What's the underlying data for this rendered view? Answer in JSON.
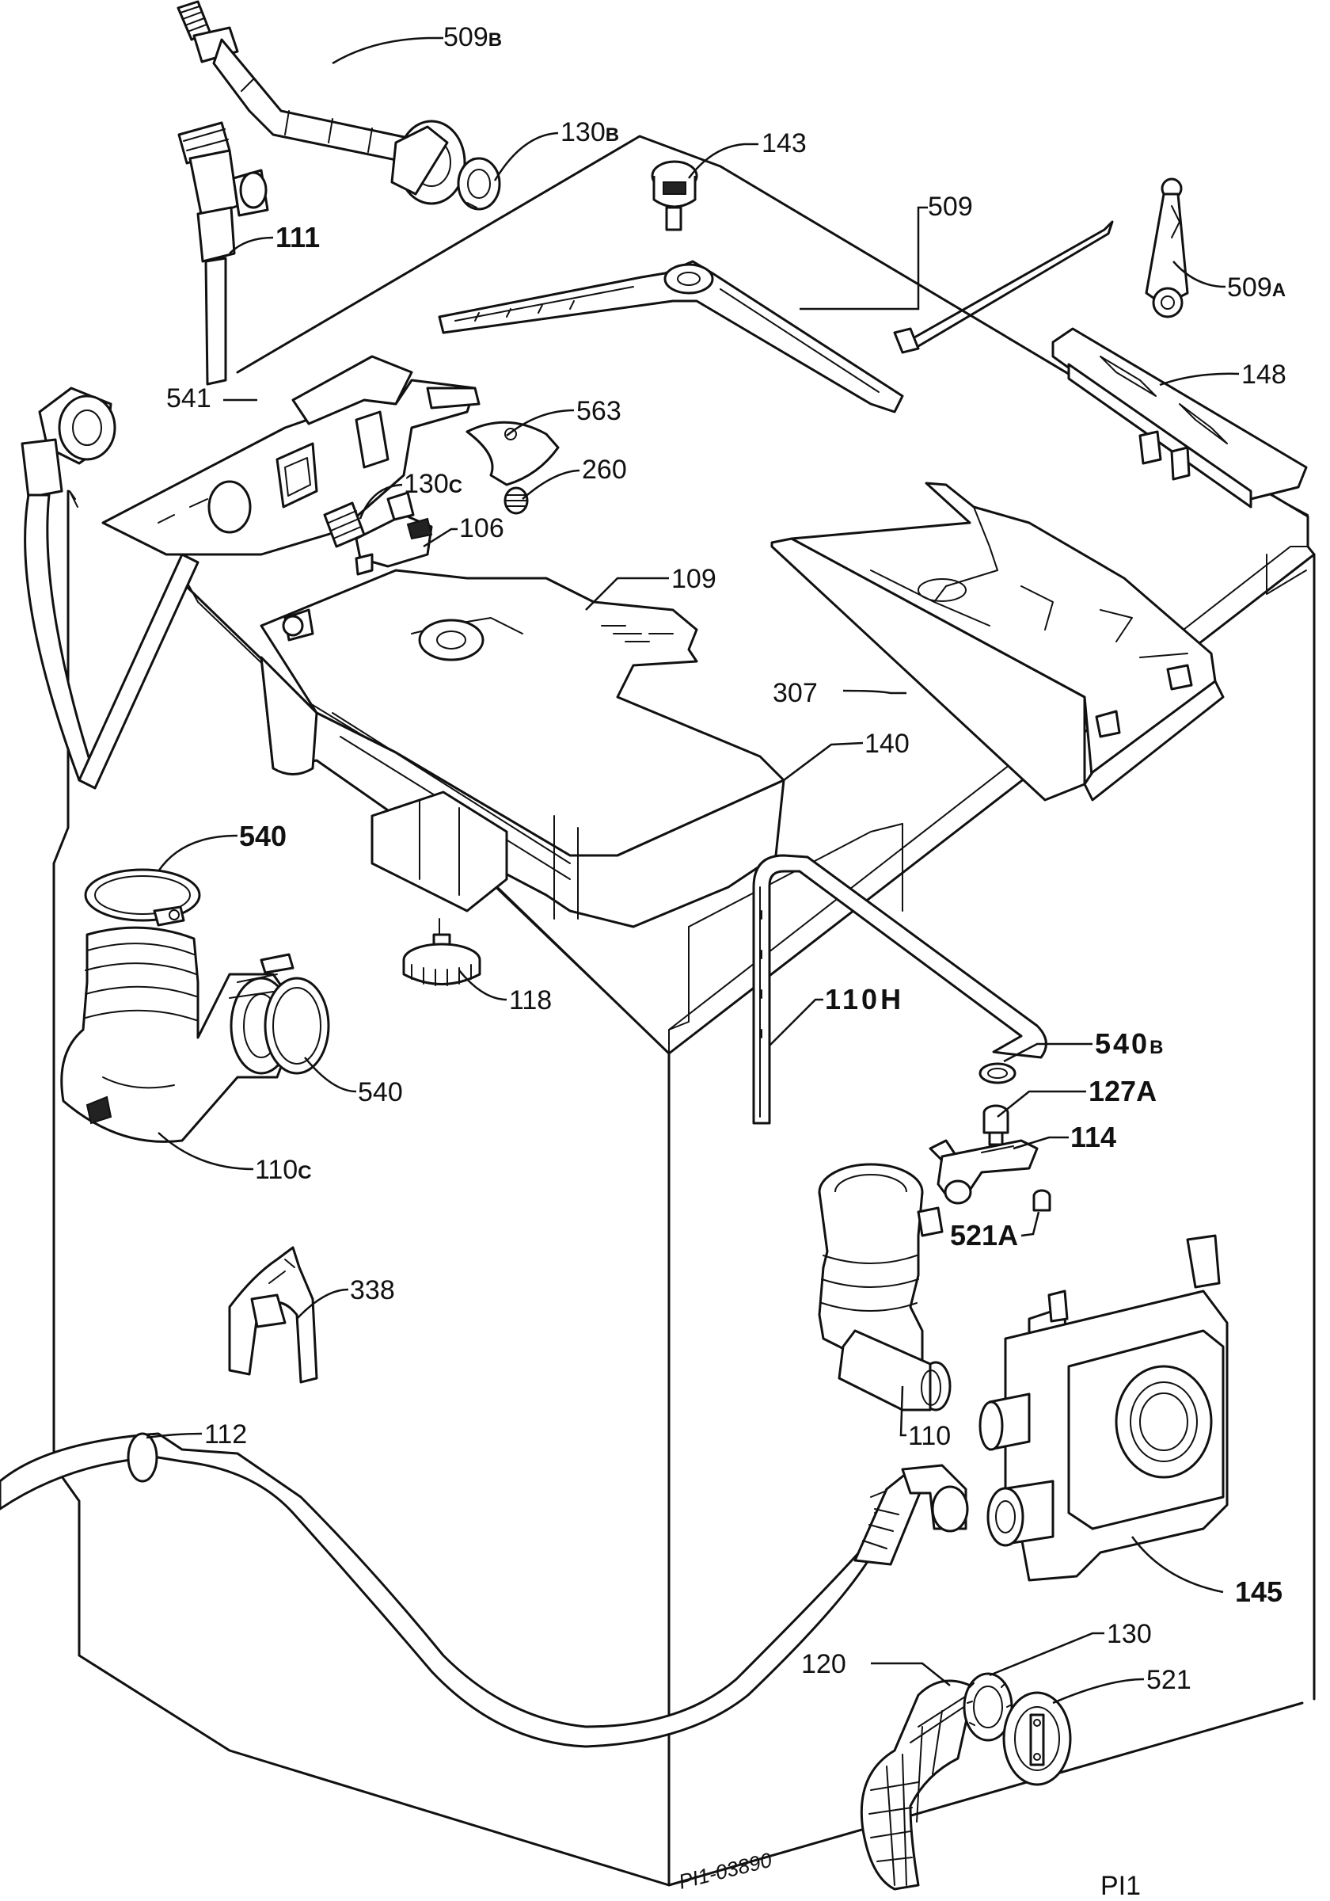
{
  "diagram": {
    "type": "exploded-parts-view",
    "labels": {
      "l509b": "509",
      "l509b_sub": "B",
      "l130b": "130",
      "l130b_sub": "B",
      "l143": "143",
      "l509": "509",
      "l111": "111",
      "l509a": "509",
      "l509a_sub": "A",
      "l148": "148",
      "l541": "541",
      "l563": "563",
      "l130c": "130",
      "l130c_sub": "C",
      "l260": "260",
      "l106": "106",
      "l109": "109",
      "l307": "307",
      "l140": "140",
      "l540_top": "540",
      "l118": "118",
      "l110h": "110",
      "l110h_sub": "H",
      "l540b": "540",
      "l540b_sub": "B",
      "l540_mid": "540",
      "l127a": "127",
      "l127a_sub": "A",
      "l110c": "110",
      "l110c_sub": "C",
      "l114": "114",
      "l521a": "521",
      "l521a_sub": "A",
      "l338": "338",
      "l110": "110",
      "l112": "112",
      "l145": "145",
      "l120": "120",
      "l130": "130",
      "l521": "521",
      "code": "PI1-03890",
      "page": "PI1"
    }
  }
}
